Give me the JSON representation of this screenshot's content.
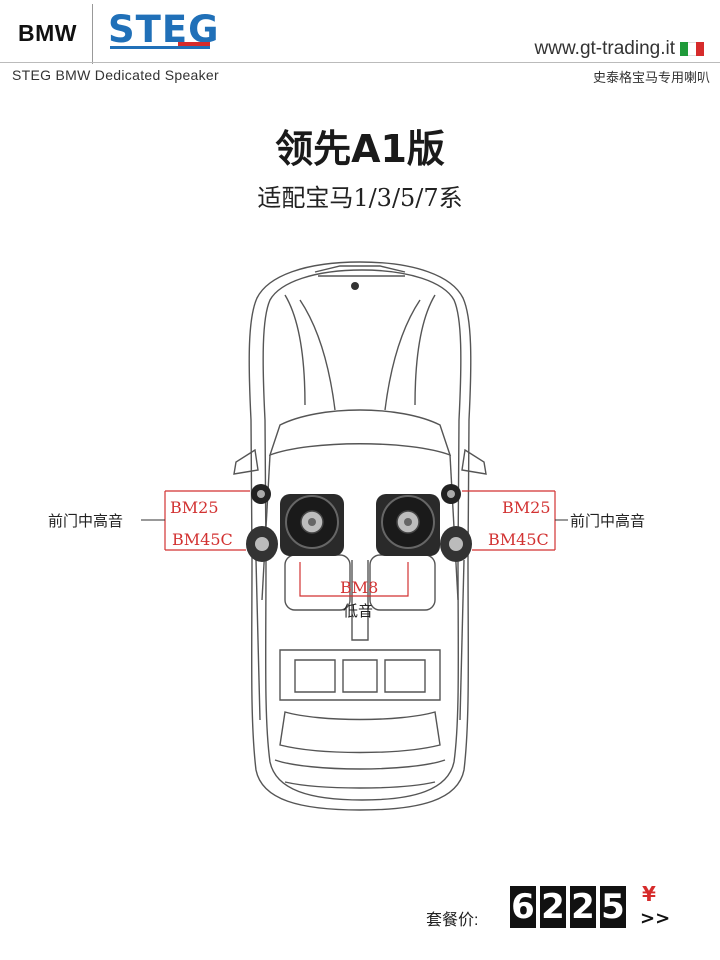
{
  "header": {
    "brand_left": "BMW",
    "brand_right": "STEG",
    "website": "www.gt-trading.it",
    "subtitle_en": "STEG BMW Dedicated Speaker",
    "subtitle_zh": "史泰格宝马专用喇叭",
    "flag_colors": [
      "#1f9a3a",
      "#ffffff",
      "#d62b2b"
    ],
    "steg_color": "#2070b8",
    "accent_red": "#d62b2b"
  },
  "title": "领先A1版",
  "fitment": "适配宝马1/3/5/7系",
  "speakers": {
    "left_label": "前门中高音",
    "right_label": "前门中高音",
    "left_tweeter": "BM25",
    "left_mid": "BM45C",
    "right_tweeter": "BM25",
    "right_mid": "BM45C",
    "sub_model": "BM8",
    "sub_label": "低音"
  },
  "price": {
    "label": "套餐价:",
    "digits": [
      "6",
      "2",
      "2",
      "5"
    ],
    "currency": "¥",
    "arrow": ">>"
  }
}
